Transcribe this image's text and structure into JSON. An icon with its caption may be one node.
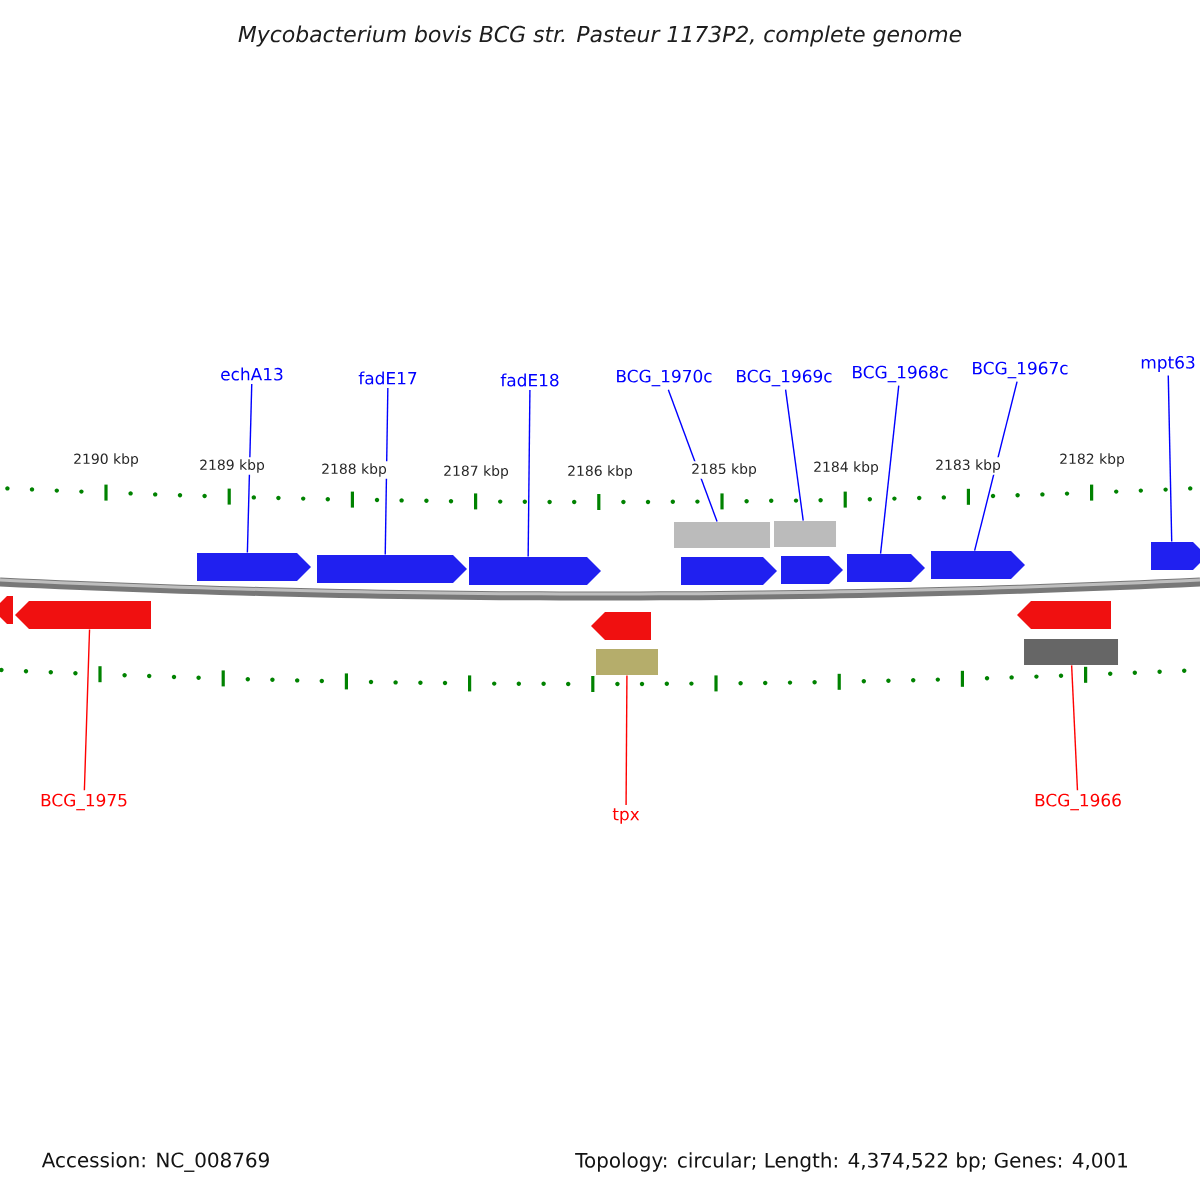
{
  "diagram": {
    "title": "Mycobacterium bovis BCG str. Pasteur 1173P2, complete genome",
    "nodes": [
      {
        "text": [
          "echA13"
        ]
      },
      {
        "text": [
          "fadE17"
        ]
      },
      {
        "text": [
          "fadE18"
        ]
      },
      {
        "text": [
          "BCG_1970c"
        ]
      },
      {
        "text": [
          "BCG_1969c"
        ]
      },
      {
        "text": [
          "BCG_1968c"
        ]
      },
      {
        "text": [
          "BCG_1967c"
        ]
      },
      {
        "text": [
          "mpt63"
        ]
      },
      {
        "text": [
          "BCG_1975"
        ]
      },
      {
        "text": [
          "tpx"
        ]
      },
      {
        "text": [
          "BCG_1966"
        ]
      },
      {
        "text": [],
        "shape": "arrow"
      },
      {
        "text": [],
        "shape": "arrow"
      },
      {
        "text": [],
        "shape": "arrow"
      },
      {
        "text": [],
        "shape": "box"
      },
      {
        "text": [],
        "shape": "box"
      },
      {
        "text": [],
        "shape": "arrow"
      },
      {
        "text": [],
        "shape": "arrow"
      },
      {
        "text": [],
        "shape": "arrow"
      },
      {
        "text": [],
        "shape": "arrow"
      },
      {
        "text": [],
        "shape": "arrow"
      },
      {
        "text": [],
        "shape": "arrow"
      },
      {
        "text": [],
        "shape": "arrow"
      },
      {
        "text": [],
        "shape": "arrow"
      },
      {
        "text": [],
        "shape": "box"
      },
      {
        "text": [],
        "shape": "arrow"
      },
      {
        "text": [],
        "shape": "box"
      }
    ],
    "edges": [
      {
        "from": 0,
        "to": 11,
        "arrow": "none"
      },
      {
        "from": 1,
        "to": 12,
        "arrow": "none"
      },
      {
        "from": 2,
        "to": 13,
        "arrow": "none"
      },
      {
        "from": 3,
        "to": 14,
        "arrow": "none"
      },
      {
        "from": 4,
        "to": 15,
        "arrow": "none"
      },
      {
        "from": 5,
        "to": 18,
        "arrow": "none"
      },
      {
        "from": 6,
        "to": 19,
        "arrow": "none"
      },
      {
        "from": 7,
        "to": 20,
        "arrow": "none"
      },
      {
        "from": 8,
        "to": 22,
        "arrow": "none",
        "color": "#ff0000"
      },
      {
        "from": 9,
        "to": 24,
        "arrow": "none",
        "color": "#ff0000"
      },
      {
        "from": 10,
        "to": 26,
        "arrow": "none",
        "color": "#ff0000"
      }
    ],
    "labels": [
      "2190 kbp",
      "2189 kbp",
      "2188 kbp",
      "2187 kbp",
      "2186 kbp",
      "2185 kbp",
      "2184 kbp",
      "2183 kbp",
      "2182 kbp",
      "Accession: NC_008769",
      "Topology: circular; Length: 4,374,522 bp; Genes: 4,001"
    ]
  }
}
